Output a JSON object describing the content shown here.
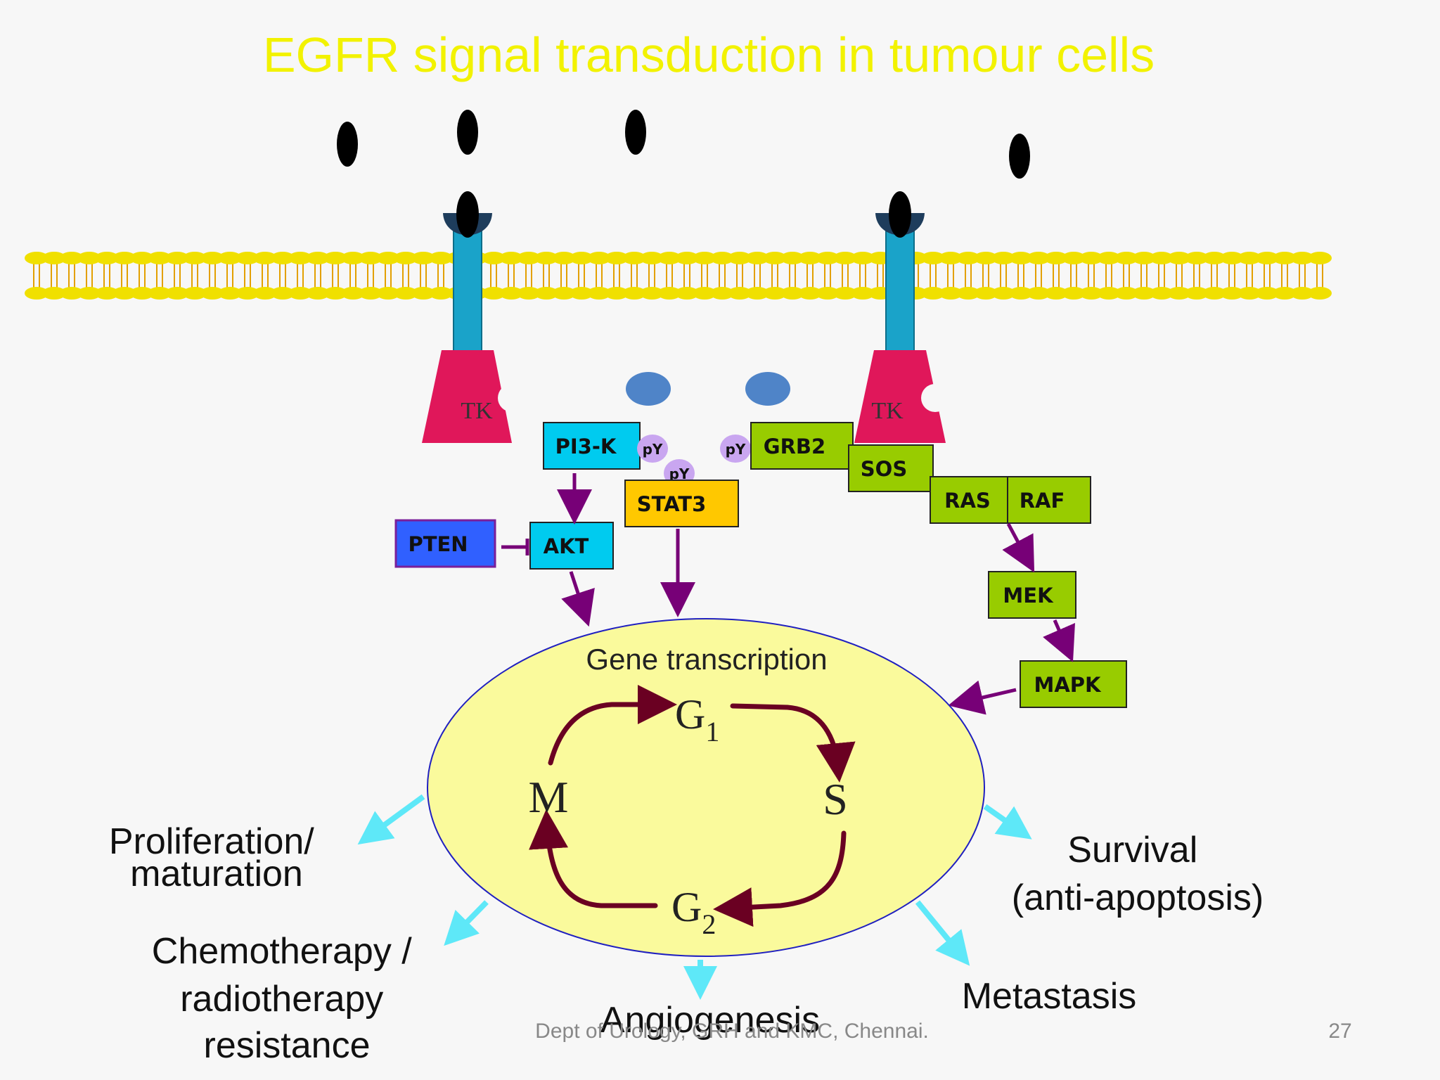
{
  "slide": {
    "title": "EGFR signal transduction in tumour cells",
    "footer": "Dept of Urology, GRH and KMC, Chennai.",
    "page_number": "27",
    "colors": {
      "title": "#f2f200",
      "membrane": "#f0e000",
      "receptor_stalk": "#1aa3c9",
      "tk": "#e0175a",
      "pi3k_akt": "#00cbef",
      "pten": "#3060ff",
      "stat3": "#ffc800",
      "grb2_pathway": "#98cc00",
      "py": "#c9a6f0",
      "arrows": "#770077",
      "cycle_arrows": "#6a0022",
      "nucleus_fill": "#fafa9c",
      "nucleus_edge": "#2020c0",
      "outcome_arrows": "#5ee8f8"
    }
  },
  "receptors": {
    "tk_label_left": "TK",
    "tk_label_right": "TK"
  },
  "nodes": {
    "pi3k": "PI3-K",
    "akt": "AKT",
    "pten": "PTEN",
    "stat3": "STAT3",
    "grb2": "GRB2",
    "sos": "SOS",
    "ras": "RAS",
    "raf": "RAF",
    "mek": "MEK",
    "mapk": "MAPK",
    "py1": "pY",
    "py2": "pY",
    "py3": "pY"
  },
  "nucleus": {
    "label": "Gene transcription",
    "g1_main": "G",
    "g1_sub": "1",
    "s": "S",
    "g2_main": "G",
    "g2_sub": "2",
    "m": "M"
  },
  "outcomes": {
    "proliferation_line1": "Proliferation/",
    "proliferation_line2": "maturation",
    "chemo_line1": "Chemotherapy /",
    "chemo_line2": "radiotherapy",
    "chemo_line3": "resistance",
    "angiogenesis": "Angiogenesis",
    "metastasis": "Metastasis",
    "survival_line1": "Survival",
    "survival_line2": "(anti-apoptosis)"
  }
}
